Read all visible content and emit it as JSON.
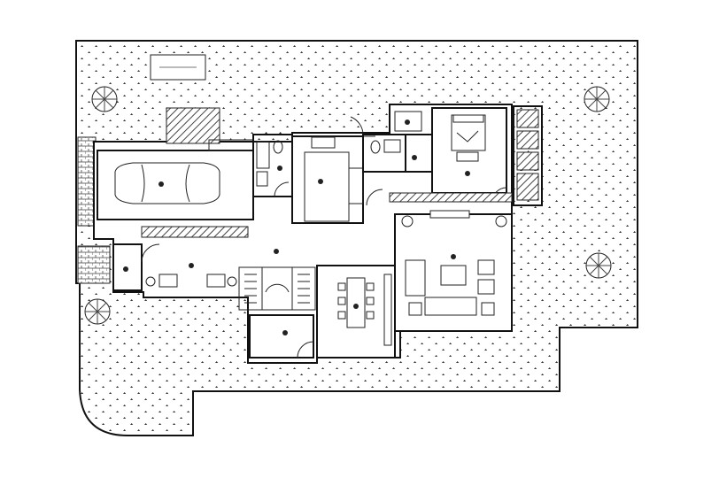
{
  "drawing": {
    "type": "architectural floor plan",
    "colors": {
      "line": "#111111",
      "background": "#ffffff",
      "hatch": "#555555"
    },
    "icons": [
      "tree-symbol",
      "car-symbol",
      "bed-symbol",
      "sofa-set-symbol",
      "dining-table-symbol",
      "staircase-symbol",
      "door-swing-symbol"
    ]
  }
}
